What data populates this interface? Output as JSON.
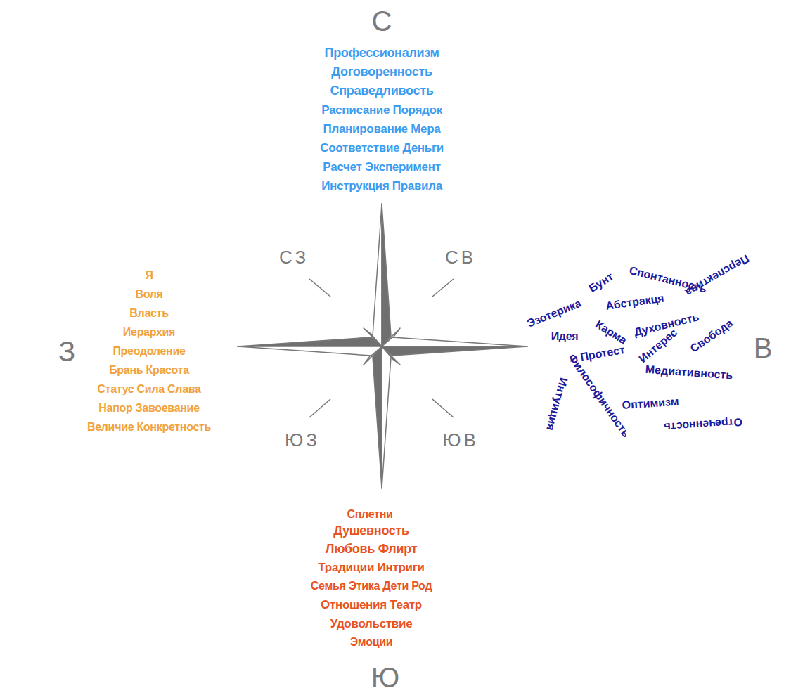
{
  "diagram": {
    "labels": [
      "С",
      "Профессионализм",
      "Договоренность",
      "Справедливость",
      "Расписание Порядок",
      "Планирование Мера",
      "Соответствие Деньги",
      "Расчет Эксперимент",
      "Инструкция Правила",
      "СЗ",
      "СВ",
      "Я",
      "Воля",
      "Власть",
      "Иерархия",
      "Преодоление",
      "Брань Красота",
      "Статус Сила Слава",
      "Напор Завоевание",
      "Величие Конкретность",
      "З",
      "В",
      "Перспектива",
      "Бунт",
      "Спонтанность",
      "Эзотерика",
      "Абстракця",
      "Духовность",
      "Идея",
      "Карма",
      "Интерес",
      "Свобода",
      "Протест",
      "Медиативность",
      "Интуиция",
      "Философичность",
      "Оптимизм",
      "Отреченность",
      "ЮЗ",
      "ЮВ",
      "Сплетни",
      "Душевность",
      "Любовь Флирт",
      "Традиции Интриги",
      "Семья Этика Дети Род",
      "Отношения Театр",
      "Удовольствие",
      "Эмоции",
      "Ю"
    ]
  }
}
